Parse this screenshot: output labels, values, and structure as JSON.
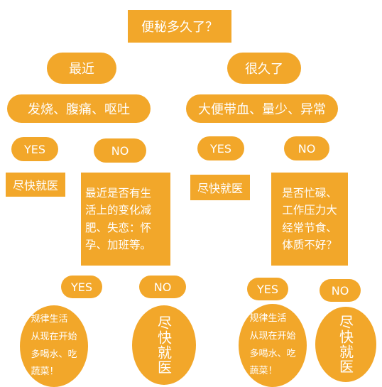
{
  "root": "便秘多久了？",
  "recent": {
    "label": "最近",
    "symptom": "发烧、腹痛、呕吐",
    "yes": "YES",
    "no": "NO",
    "yes_result": "尽快就医",
    "no_question": "最近是否有生\n活上的变化减\n肥、失恋：怀\n孕、加班等。",
    "no_yes": "YES",
    "no_no": "NO",
    "advice": "规律生活\n从现在开始\n多喝水、吃\n蔬菜！",
    "doctor": "尽快就医"
  },
  "long": {
    "label": "很久了",
    "symptom": "大便带血、量少、异常",
    "yes": "YES",
    "no": "NO",
    "yes_result": "尽快就医",
    "no_question": "是否忙碌、\n工作压力大\n经常节食、\n体质不好？",
    "no_yes": "YES",
    "no_no": "NO",
    "advice": "规律生活\n从现在开始\n多喝水、吃\n蔬菜！",
    "doctor": "尽快就医"
  },
  "colors": {
    "node_fill": "#F2A72A",
    "node_text": "#FFFFFF",
    "background": "#FFFFFF"
  }
}
